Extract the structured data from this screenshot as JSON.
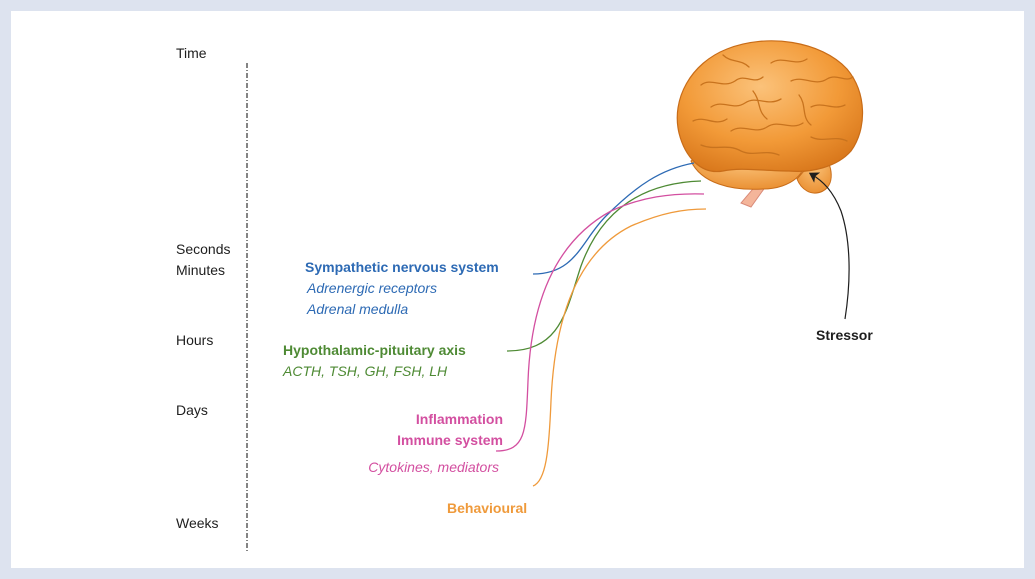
{
  "time_axis": {
    "title": "Time",
    "labels": [
      "Seconds",
      "Minutes",
      "Hours",
      "Days",
      "Weeks"
    ]
  },
  "systems": [
    {
      "name": "Sympathetic nervous system",
      "details": [
        "Adrenergic receptors",
        "Adrenal medulla"
      ],
      "color": "#2d6ab4"
    },
    {
      "name": "Hypothalamic-pituitary axis",
      "details": [
        "ACTH, TSH, GH, FSH, LH"
      ],
      "color": "#4e8a34"
    },
    {
      "name": "Inflammation",
      "name2": "Immune system",
      "details": [
        "Cytokines, mediators"
      ],
      "color": "#d34fa0"
    },
    {
      "name": "Behavioural",
      "details": [],
      "color": "#ef9a3b"
    }
  ],
  "stressor": {
    "label": "Stressor"
  },
  "brain": {
    "icon": "brain-icon",
    "color": "#f2a03c"
  }
}
